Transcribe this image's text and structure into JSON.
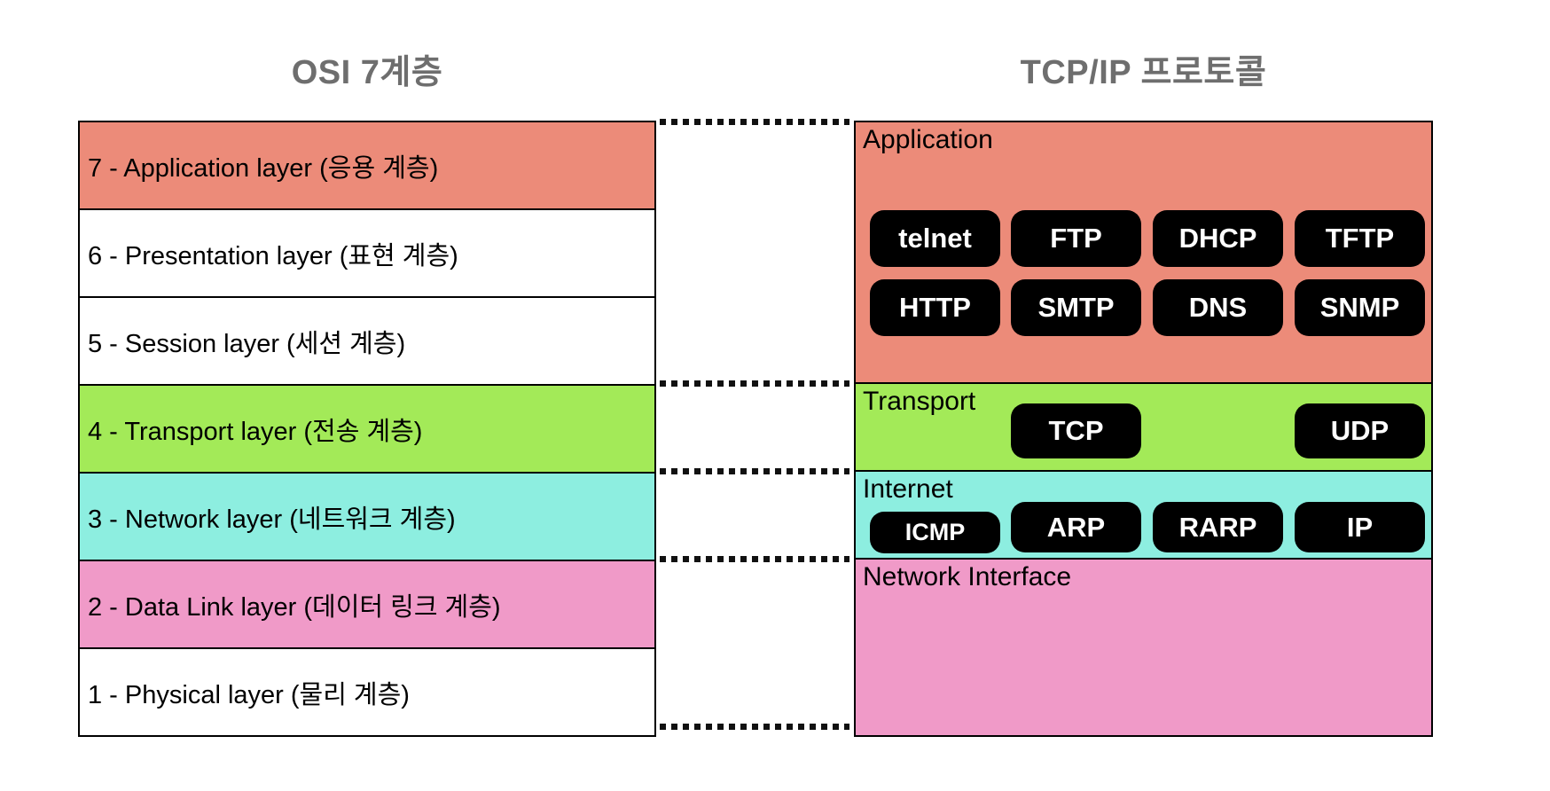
{
  "titles": {
    "left": "OSI 7계층",
    "right": "TCP/IP 프로토콜"
  },
  "colors": {
    "white": "#ffffff",
    "salmon": "#ec8b79",
    "green": "#a3ea58",
    "cyan": "#8deee0",
    "pink": "#f09ac8",
    "pill_bg": "#000000",
    "pill_text": "#ffffff",
    "title_gray": "#6e6e6e",
    "border": "#000000"
  },
  "osi_layers": [
    {
      "number": 7,
      "label": "7 - Application layer (응용 계층)"
    },
    {
      "number": 6,
      "label": "6 - Presentation layer (표현 계층)"
    },
    {
      "number": 5,
      "label": "5 - Session layer (세션 계층)"
    },
    {
      "number": 4,
      "label": "4 - Transport layer (전송 계층)"
    },
    {
      "number": 3,
      "label": "3 - Network layer (네트워크 계층)"
    },
    {
      "number": 2,
      "label": "2 - Data Link layer (데이터 링크 계층)"
    },
    {
      "number": 1,
      "label": "1 - Physical layer (물리 계층)"
    }
  ],
  "tcpip_sections": [
    {
      "label": "Application",
      "protocol_rows": [
        [
          "telnet",
          "FTP",
          "DHCP",
          "TFTP"
        ],
        [
          "HTTP",
          "SMTP",
          "DNS",
          "SNMP"
        ]
      ]
    },
    {
      "label": "Transport",
      "protocols": [
        "TCP",
        "UDP"
      ]
    },
    {
      "label": "Internet",
      "protocols": [
        "ICMP",
        "ARP",
        "RARP",
        "IP"
      ]
    },
    {
      "label": "Network Interface",
      "protocols": []
    }
  ]
}
